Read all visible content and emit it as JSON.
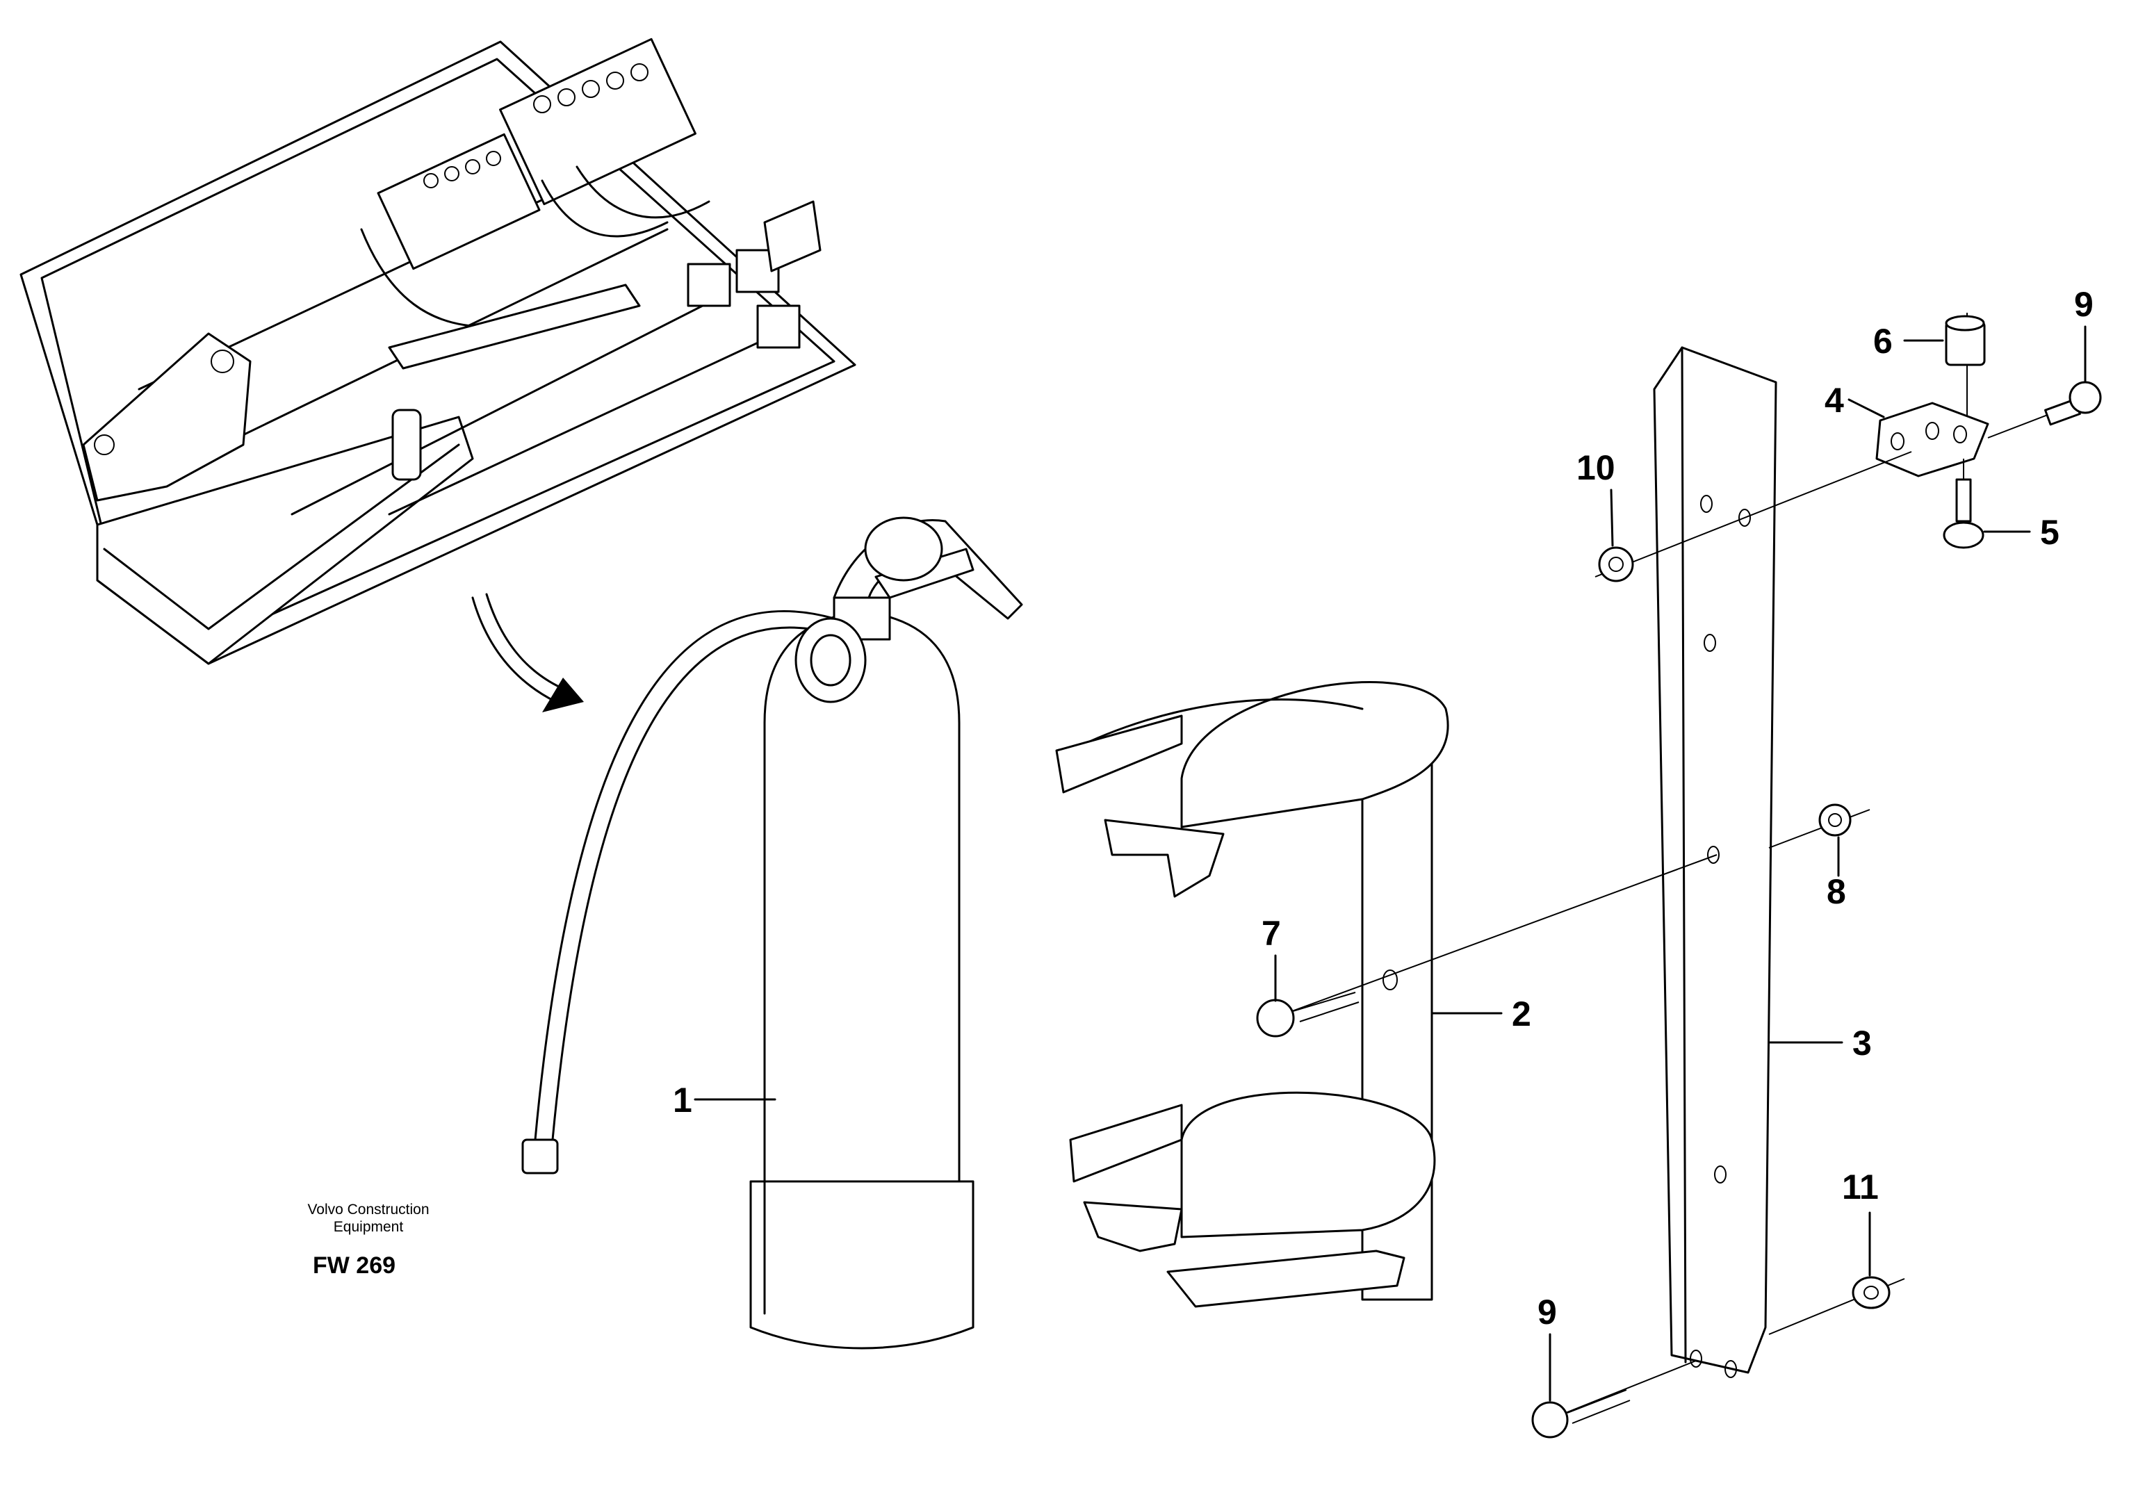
{
  "diagram": {
    "callouts": {
      "c1": "1",
      "c2": "2",
      "c3": "3",
      "c4": "4",
      "c5": "5",
      "c6": "6",
      "c7": "7",
      "c8": "8",
      "c9_top": "9",
      "c9_bottom": "9",
      "c10": "10",
      "c11": "11"
    },
    "caption": {
      "line1": "Volvo Construction",
      "line2": "Equipment",
      "code": "FW 269"
    }
  }
}
